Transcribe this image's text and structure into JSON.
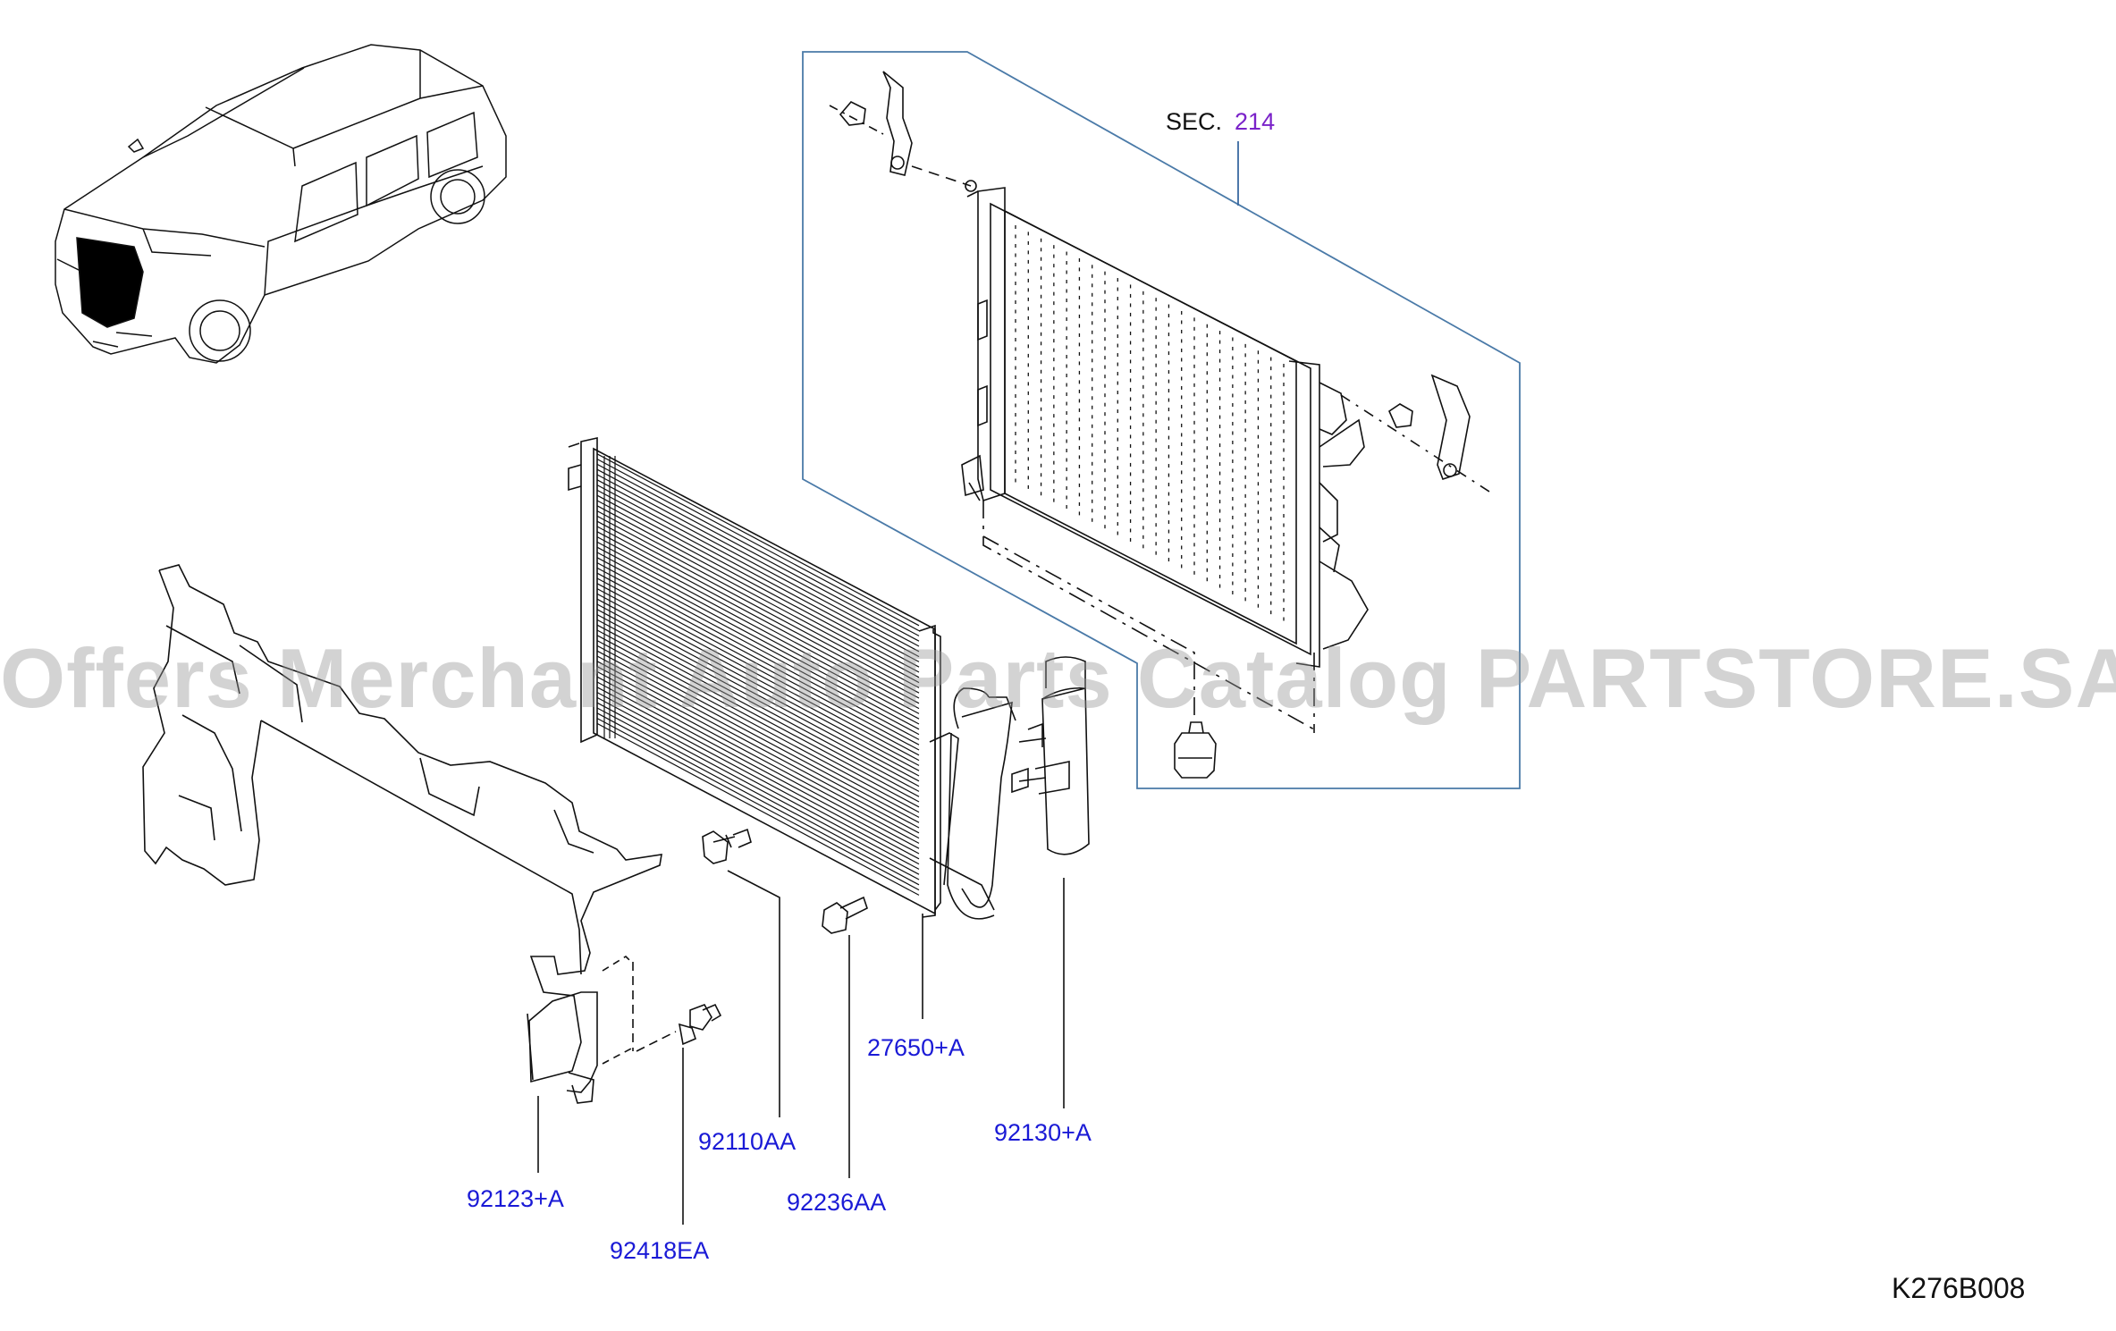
{
  "diagram": {
    "section": {
      "prefix": "SEC.",
      "number": "214"
    },
    "diagram_code": "K276B008",
    "watermark": "Offers Merchant Auto Parts Catalog PARTSTORE.SA",
    "part_labels": {
      "p27650": "27650+A",
      "p92130": "92130+A",
      "p92110": "92110AA",
      "p92236": "92236AA",
      "p92123": "92123+A",
      "p92418": "92418EA"
    },
    "colors": {
      "label": "#1a1ad6",
      "section_number": "#7a22c9",
      "frame": "#4a7aa8",
      "line": "#111111"
    }
  }
}
